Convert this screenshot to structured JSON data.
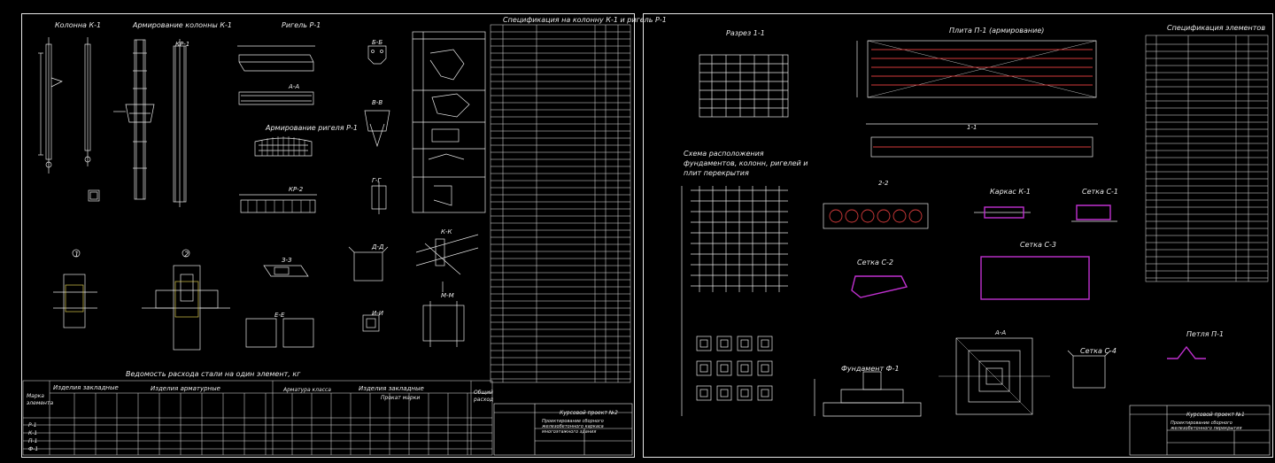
{
  "sheet1": {
    "titles": {
      "column": "Колонна К-1",
      "column_rebar": "Армирование колонны К-1",
      "beam": "Ригель Р-1",
      "spec": "Спецификация на колонну К-1 и ригель Р-1",
      "beam_rebar": "Армирование ригеля Р-1",
      "kr1": "КР-1",
      "kr2": "КР-2",
      "aa": "А-А",
      "bb": "Б-Б",
      "vv": "В-В",
      "gg": "Г-Г",
      "dd": "Д-Д",
      "ee": "Е-Е",
      "zz": "З-З",
      "ii": "И-И",
      "node1": "1",
      "node2": "2",
      "kk": "К-К",
      "mm": "М-М",
      "steel_note": "Ведомость расхода стали на один элемент, кг"
    },
    "steel_table": {
      "row_header": "Марка элемента",
      "group1": "Изделия закладные",
      "group1_sub": "Изделия арматурные",
      "group2": "Арматура класса",
      "group3": "Изделия закладные",
      "group3_sub": "Прокат марки",
      "total": "Общий расход",
      "rows": [
        "Р-1",
        "К-1",
        "П-1",
        "Ф-1"
      ]
    },
    "title_block": {
      "course": "Курсовой проект №2",
      "desc": "Проектирование сборного железобетонного каркаса многоэтажного здания"
    }
  },
  "sheet2": {
    "titles": {
      "section": "Разрез 1-1",
      "slab": "Плита П-1 (армирование)",
      "spec": "Спецификация элементов",
      "scheme": "Схема расположения фундаментов, колонн, ригелей и плит перекрытия",
      "s22": "2-2",
      "s11": "1-1",
      "frame": "Каркас К-1",
      "mesh1": "Сетка С-1",
      "mesh2": "Сетка С-2",
      "mesh3": "Сетка С-3",
      "mesh4": "Сетка С-4",
      "foundation": "Фундамент Ф-1",
      "aa": "А-А",
      "loop": "Петля П-1"
    },
    "title_block": {
      "course": "Курсовой проект №1",
      "desc": "Проектирование сборного железобетонного перекрытия"
    }
  },
  "colors": {
    "background": "#000000",
    "lines": "#e6e6e6",
    "rebar_red": "#d23a3a",
    "magenta": "#c030d0",
    "yellow": "#d8c84a"
  }
}
